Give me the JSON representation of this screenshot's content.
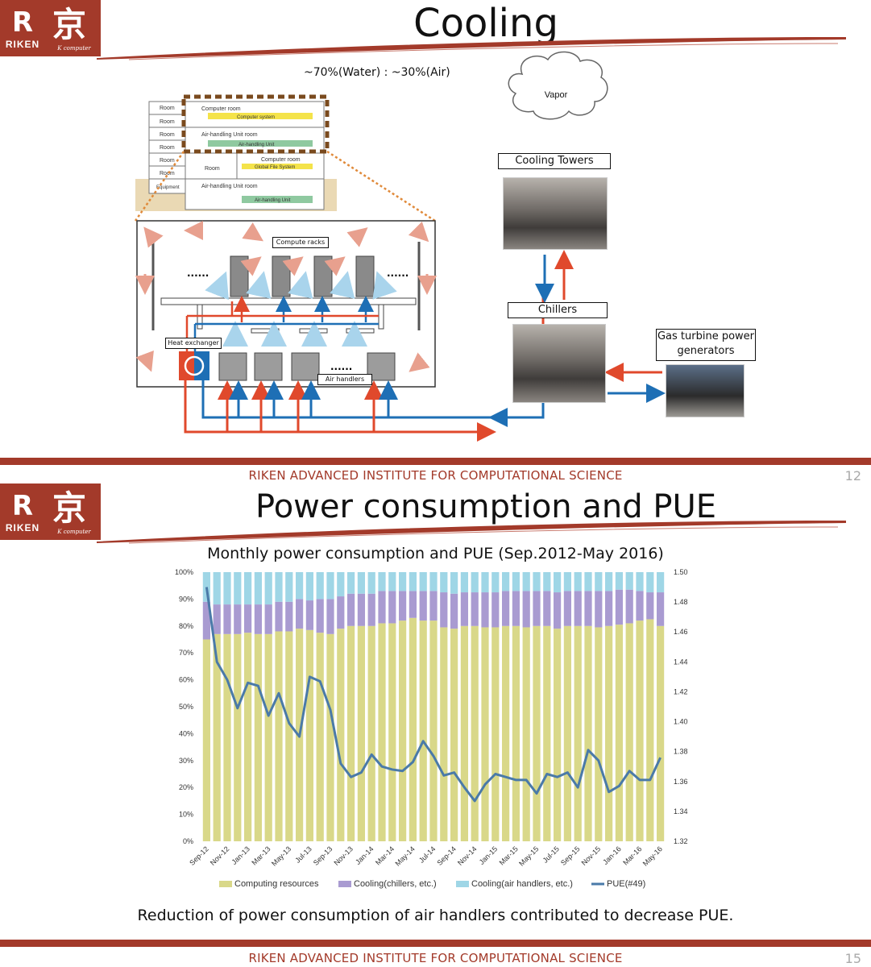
{
  "logo": {
    "mark": "R",
    "riken": "RIKEN",
    "kyo": "京",
    "k_computer": "K computer"
  },
  "slide1": {
    "title": "Cooling",
    "ratio": "~70%(Water) : ~30%(Air)",
    "vapor": "Vapor",
    "cooling_towers": "Cooling Towers",
    "chillers": "Chillers",
    "gas_turbine_1": "Gas turbine power",
    "gas_turbine_2": "generators",
    "compute_racks": "Compute racks",
    "heat_exchanger": "Heat exchanger",
    "air_handlers": "Air handlers",
    "dots": "......",
    "building": {
      "rooms": [
        "Room",
        "Room",
        "Room",
        "Room",
        "Room",
        "Room"
      ],
      "equipment": "Equipment",
      "computer_room": "Computer room",
      "computer_system": "Computer system",
      "ahu_room": "Air-handling Unit room",
      "ahu": "Air-handling Unit",
      "computer_room2": "Computer room",
      "room": "Room",
      "gfs": "Global File System",
      "ahu_room2": "Air-handling Unit room",
      "ahu2": "Air-handling Unit"
    },
    "footer": "RIKEN ADVANCED INSTITUTE FOR COMPUTATIONAL SCIENCE",
    "page": "12"
  },
  "slide2": {
    "title": "Power consumption and PUE",
    "conclusion": "Reduction of power consumption of air handlers contributed to decrease PUE.",
    "footer": "RIKEN ADVANCED INSTITUTE FOR COMPUTATIONAL SCIENCE",
    "page": "15"
  },
  "colors": {
    "brand": "#a33a2a",
    "computing": "#d9d889",
    "cooling_chillers": "#a99bd1",
    "cooling_air": "#9fd6e6",
    "pue_line": "#4a7aa8",
    "water_hot": "#e0492c",
    "water_cold": "#1e6fb5"
  },
  "chart_data": {
    "type": "bar",
    "stacked": true,
    "title": "Monthly power consumption and PUE (Sep.2012-May 2016)",
    "categories": [
      "Sep-12",
      "Oct-12",
      "Nov-12",
      "Dec-12",
      "Jan-13",
      "Feb-13",
      "Mar-13",
      "Apr-13",
      "May-13",
      "Jun-13",
      "Jul-13",
      "Aug-13",
      "Sep-13",
      "Oct-13",
      "Nov-13",
      "Dec-13",
      "Jan-14",
      "Feb-14",
      "Mar-14",
      "Apr-14",
      "May-14",
      "Jun-14",
      "Jul-14",
      "Aug-14",
      "Sep-14",
      "Oct-14",
      "Nov-14",
      "Dec-14",
      "Jan-15",
      "Feb-15",
      "Mar-15",
      "Apr-15",
      "May-15",
      "Jun-15",
      "Jul-15",
      "Aug-15",
      "Sep-15",
      "Oct-15",
      "Nov-15",
      "Dec-15",
      "Jan-16",
      "Feb-16",
      "Mar-16",
      "Apr-16",
      "May-16"
    ],
    "tick_labels": [
      "Sep-12",
      "Nov-12",
      "Jan-13",
      "Mar-13",
      "May-13",
      "Jul-13",
      "Sep-13",
      "Nov-13",
      "Jan-14",
      "Mar-14",
      "May-14",
      "Jul-14",
      "Sep-14",
      "Nov-14",
      "Jan-15",
      "Mar-15",
      "May-15",
      "Jul-15",
      "Sep-15",
      "Nov-15",
      "Jan-16",
      "Mar-16",
      "May-16"
    ],
    "series": [
      {
        "name": "Computing resources",
        "values": [
          75,
          77,
          77,
          77,
          77.5,
          77,
          77,
          78,
          78,
          79,
          78.5,
          77.5,
          77,
          79,
          80,
          80,
          80,
          81,
          81,
          82,
          83,
          82,
          82,
          79.5,
          79,
          80,
          80,
          79.5,
          79.5,
          80,
          80,
          79.5,
          80,
          80,
          79,
          80,
          80,
          80,
          79.5,
          80,
          80.5,
          81,
          82,
          82.5,
          80
        ]
      },
      {
        "name": "Cooling(chillers, etc.)",
        "values": [
          14,
          11,
          11,
          11,
          10.5,
          11,
          11,
          11,
          11,
          11,
          11,
          12.5,
          13,
          12,
          12,
          12,
          12,
          12,
          12,
          11,
          10,
          11,
          11,
          13,
          13,
          12.5,
          12.5,
          13,
          13,
          13,
          13,
          13.5,
          13,
          13,
          13.5,
          13,
          13,
          13,
          13.5,
          13,
          13,
          12.5,
          11,
          10,
          12.5
        ]
      },
      {
        "name": "Cooling(air handlers, etc.)",
        "values": [
          11,
          12,
          12,
          12,
          12,
          12,
          12,
          11,
          11,
          10,
          10.5,
          10,
          10,
          9,
          8,
          8,
          8,
          7,
          7,
          7,
          7,
          7,
          7,
          7.5,
          8,
          7.5,
          7.5,
          7.5,
          7.5,
          7,
          7,
          7,
          7,
          7,
          7.5,
          7,
          7,
          7,
          7,
          7,
          6.5,
          6.5,
          7,
          7.5,
          7.5
        ]
      },
      {
        "name": "PUE(#49)",
        "axis": "right",
        "values": [
          1.49,
          1.44,
          1.428,
          1.409,
          1.426,
          1.424,
          1.404,
          1.419,
          1.399,
          1.39,
          1.43,
          1.427,
          1.408,
          1.372,
          1.363,
          1.366,
          1.378,
          1.37,
          1.368,
          1.367,
          1.373,
          1.387,
          1.377,
          1.364,
          1.366,
          1.356,
          1.347,
          1.358,
          1.365,
          1.363,
          1.361,
          1.361,
          1.352,
          1.365,
          1.363,
          1.366,
          1.356,
          1.381,
          1.374,
          1.353,
          1.357,
          1.367,
          1.361,
          1.361,
          1.376
        ]
      }
    ],
    "ylim_left": [
      0,
      100
    ],
    "yticks_left": [
      "0%",
      "10%",
      "20%",
      "30%",
      "40%",
      "50%",
      "60%",
      "70%",
      "80%",
      "90%",
      "100%"
    ],
    "ylim_right": [
      1.32,
      1.5
    ],
    "yticks_right": [
      "1.32",
      "1.34",
      "1.36",
      "1.38",
      "1.40",
      "1.42",
      "1.44",
      "1.46",
      "1.48",
      "1.50"
    ],
    "legend_position": "bottom",
    "grid": false
  }
}
